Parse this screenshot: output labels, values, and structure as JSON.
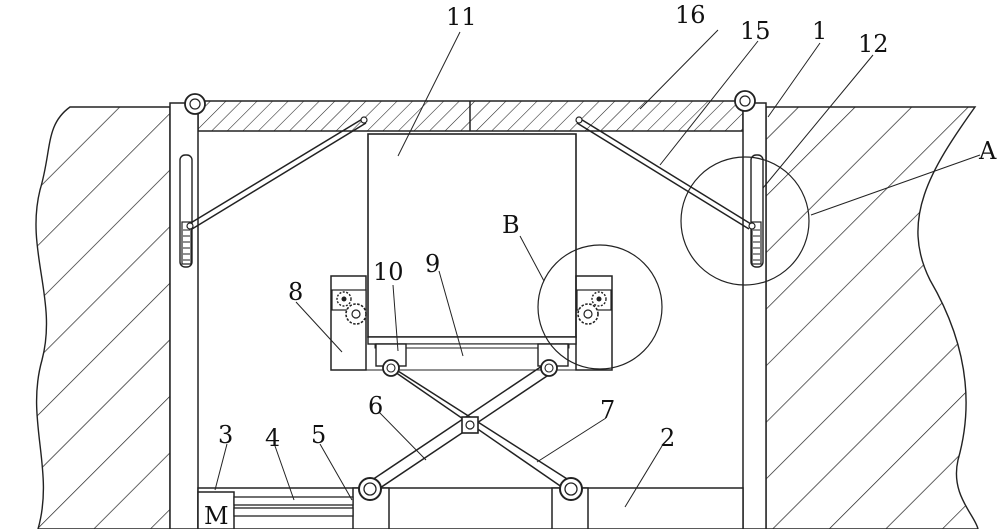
{
  "labels": {
    "l1": "1",
    "l2": "2",
    "l3": "3",
    "l4": "4",
    "l5": "5",
    "l6": "6",
    "l7": "7",
    "l8": "8",
    "l9": "9",
    "l10": "10",
    "l11": "11",
    "l12": "12",
    "l15": "15",
    "l16": "16",
    "lA": "A",
    "lB": "B",
    "lM": "M"
  }
}
